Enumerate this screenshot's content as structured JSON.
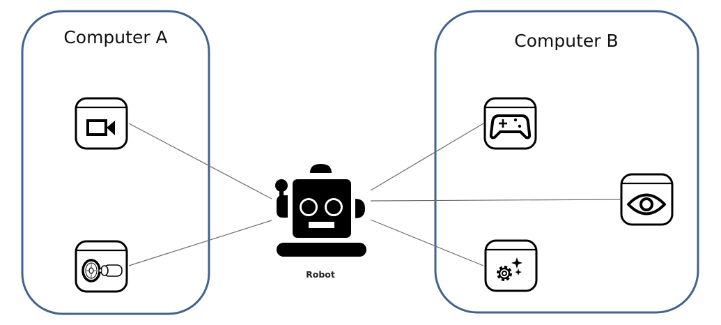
{
  "diagram": {
    "colors": {
      "group_border": "#41628a",
      "connector": "#6a6a6a",
      "icon": "#000000"
    },
    "center_node": {
      "label": "Robot",
      "icon": "robot-icon"
    },
    "groups": [
      {
        "id": "computer-a",
        "title": "Computer A",
        "apps": [
          {
            "id": "video-app",
            "icon": "video-camera-icon"
          },
          {
            "id": "reel-app",
            "icon": "film-reel-icon"
          }
        ]
      },
      {
        "id": "computer-b",
        "title": "Computer B",
        "apps": [
          {
            "id": "game-app",
            "icon": "gamepad-icon"
          },
          {
            "id": "eye-app",
            "icon": "eye-icon"
          },
          {
            "id": "settings-app",
            "icon": "gear-sparkle-icon"
          }
        ]
      }
    ],
    "connections": [
      {
        "from": "robot",
        "to": "video-app"
      },
      {
        "from": "robot",
        "to": "reel-app"
      },
      {
        "from": "robot",
        "to": "game-app"
      },
      {
        "from": "robot",
        "to": "eye-app"
      },
      {
        "from": "robot",
        "to": "settings-app"
      }
    ]
  }
}
